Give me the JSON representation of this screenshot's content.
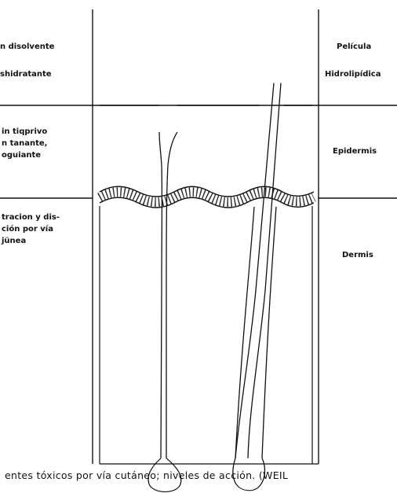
{
  "left_labels": {
    "top": [
      "n disolvente",
      "shidratante"
    ],
    "middle": [
      "in tiqprivo",
      "n tanante,",
      "oguiante"
    ],
    "bottom": [
      "tracion y dis-",
      "ción por vía",
      "jünea"
    ]
  },
  "right_labels": {
    "top": [
      "Película",
      "Hidrolipídica"
    ],
    "middle": "Epidermis",
    "bottom": "Dermis"
  },
  "caption": "entes tóxicos por vía cutáneo; niveles de acción. (WEIL",
  "colors": {
    "ink": "#111111",
    "background": "#ffffff"
  }
}
